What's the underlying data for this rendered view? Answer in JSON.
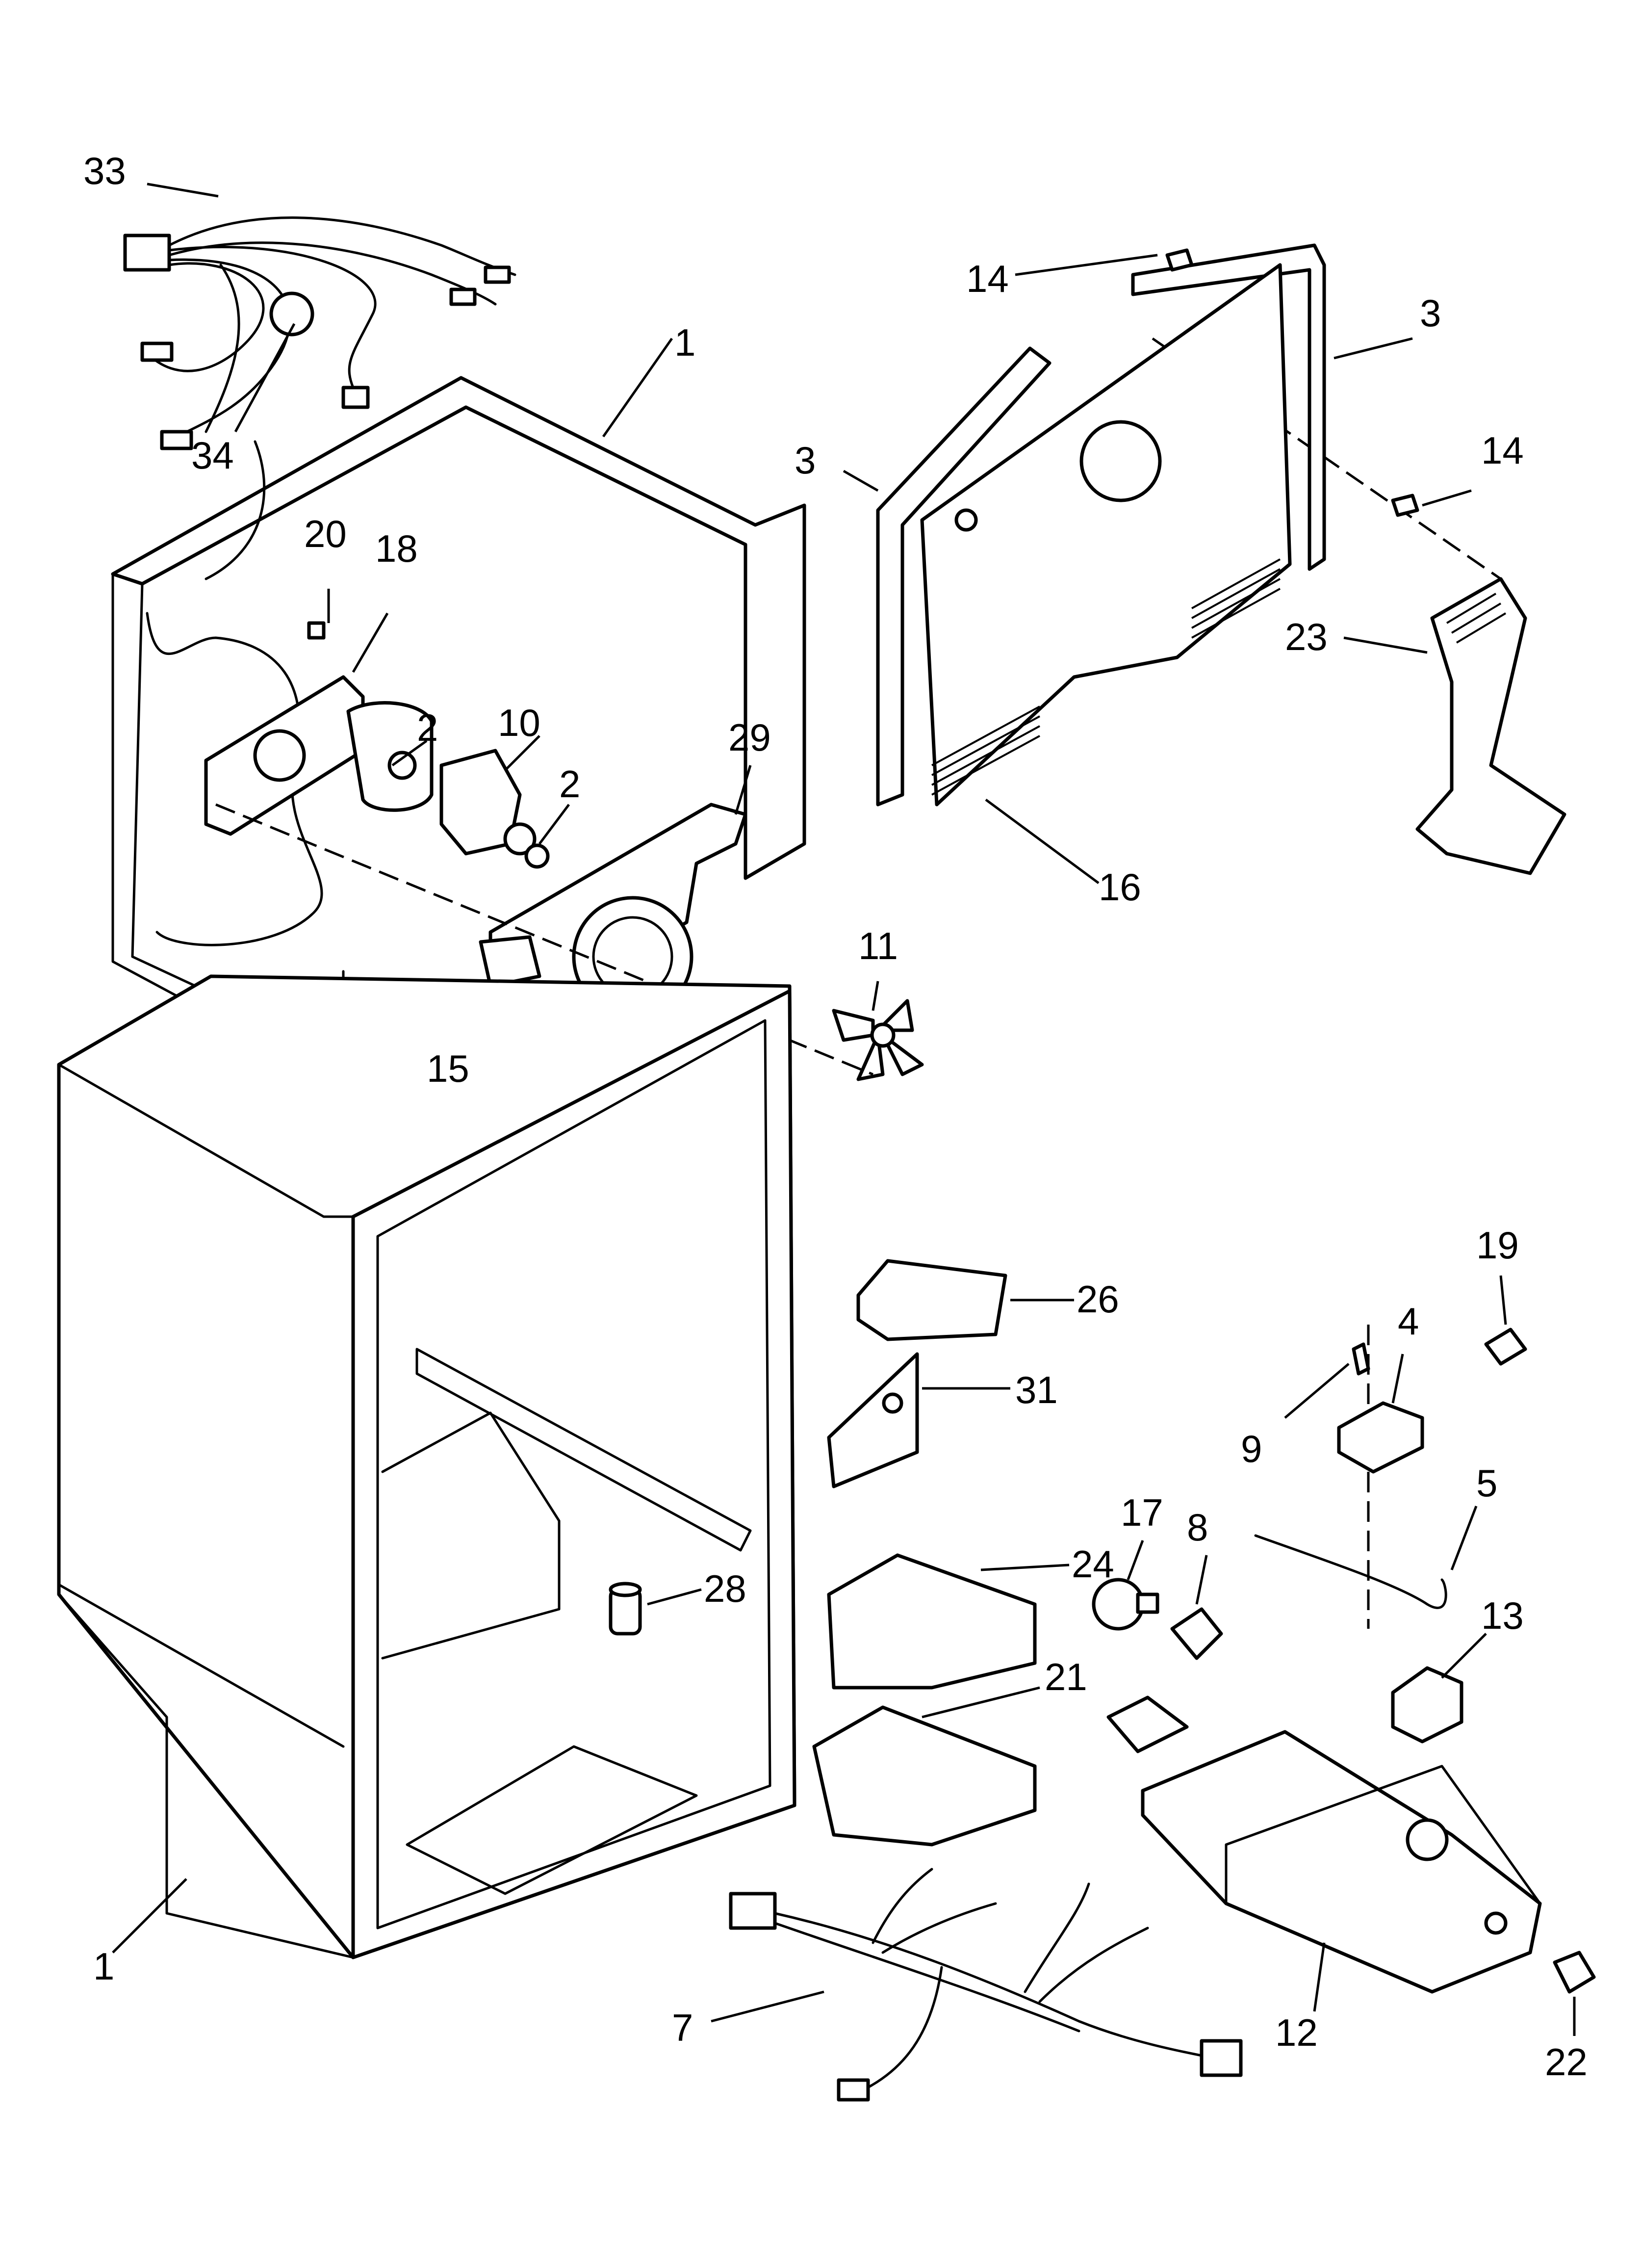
{
  "callouts": [
    {
      "id": "c33",
      "label": "33"
    },
    {
      "id": "c34",
      "label": "34"
    },
    {
      "id": "c1a",
      "label": "1"
    },
    {
      "id": "c20",
      "label": "20"
    },
    {
      "id": "c18",
      "label": "18"
    },
    {
      "id": "c2a",
      "label": "2"
    },
    {
      "id": "c10",
      "label": "10"
    },
    {
      "id": "c2b",
      "label": "2"
    },
    {
      "id": "c29",
      "label": "29"
    },
    {
      "id": "c11",
      "label": "11"
    },
    {
      "id": "c15",
      "label": "15"
    },
    {
      "id": "c14a",
      "label": "14"
    },
    {
      "id": "c3a",
      "label": "3"
    },
    {
      "id": "c3b",
      "label": "3"
    },
    {
      "id": "c14b",
      "label": "14"
    },
    {
      "id": "c23",
      "label": "23"
    },
    {
      "id": "c16",
      "label": "16"
    },
    {
      "id": "c26",
      "label": "26"
    },
    {
      "id": "c19",
      "label": "19"
    },
    {
      "id": "c4",
      "label": "4"
    },
    {
      "id": "c9",
      "label": "9"
    },
    {
      "id": "c31",
      "label": "31"
    },
    {
      "id": "c17",
      "label": "17"
    },
    {
      "id": "c8",
      "label": "8"
    },
    {
      "id": "c5",
      "label": "5"
    },
    {
      "id": "c24",
      "label": "24"
    },
    {
      "id": "c28",
      "label": "28"
    },
    {
      "id": "c13",
      "label": "13"
    },
    {
      "id": "c21",
      "label": "21"
    },
    {
      "id": "c1b",
      "label": "1"
    },
    {
      "id": "c7",
      "label": "7"
    },
    {
      "id": "c12",
      "label": "12"
    },
    {
      "id": "c22",
      "label": "22"
    }
  ]
}
